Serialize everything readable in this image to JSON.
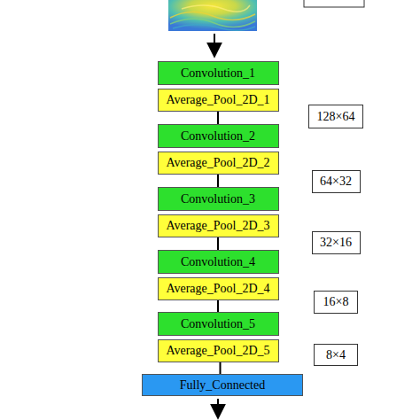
{
  "diagram": {
    "nodes": [
      {
        "text": [
          "Convolution_1"
        ]
      },
      {
        "text": [
          "Average_Pool_2D_1"
        ]
      },
      {
        "text": [
          "128×64"
        ]
      },
      {
        "text": [
          "Convolution_2"
        ]
      },
      {
        "text": [
          "Average_Pool_2D_2"
        ]
      },
      {
        "text": [
          "64×32"
        ]
      },
      {
        "text": [
          "Convolution_3"
        ]
      },
      {
        "text": [
          "Average_Pool_2D_3"
        ]
      },
      {
        "text": [
          "32×16"
        ]
      },
      {
        "text": [
          "Convolution_4"
        ]
      },
      {
        "text": [
          "Average_Pool_2D_4"
        ]
      },
      {
        "text": [
          "16×8"
        ]
      },
      {
        "text": [
          "Convolution_5"
        ]
      },
      {
        "text": [
          "Average_Pool_2D_5"
        ]
      },
      {
        "text": [
          "8×4"
        ]
      },
      {
        "text": [
          "Fully_Connected"
        ]
      }
    ],
    "edges": [
      {
        "from": 1,
        "to": 3,
        "arrow": "none"
      },
      {
        "from": 4,
        "to": 6,
        "arrow": "none"
      },
      {
        "from": 7,
        "to": 9,
        "arrow": "none"
      },
      {
        "from": 10,
        "to": 12,
        "arrow": "none"
      },
      {
        "from": 13,
        "to": 15,
        "arrow": "none"
      }
    ]
  }
}
